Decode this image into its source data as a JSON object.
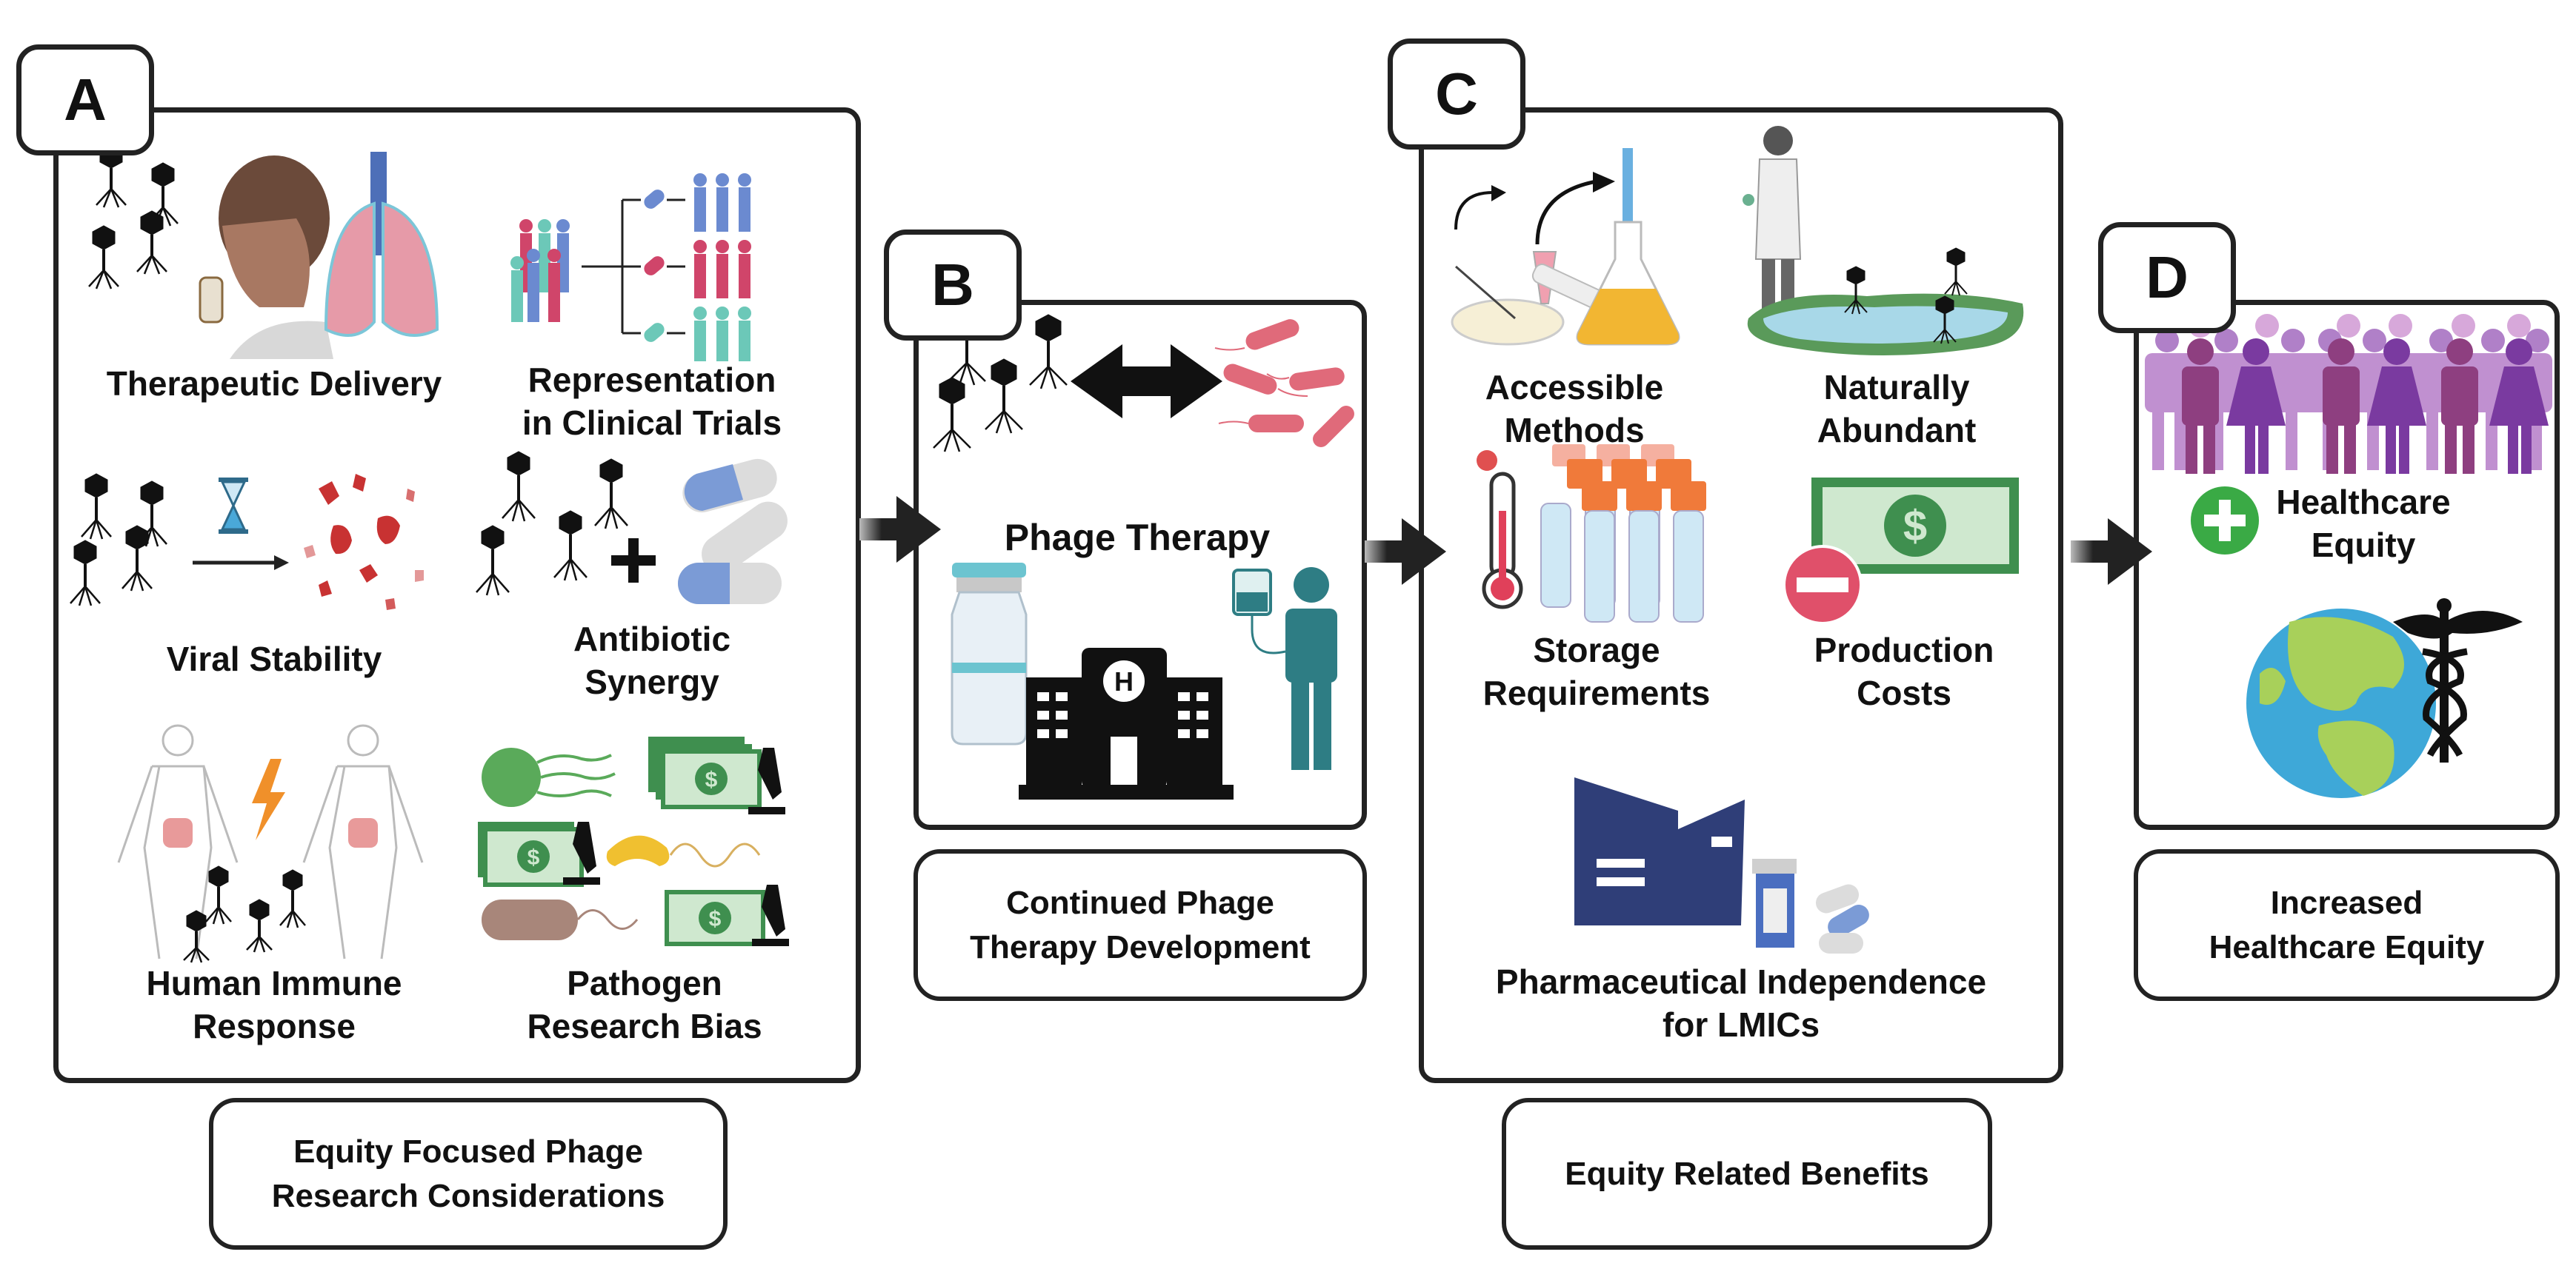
{
  "panels": {
    "A": {
      "tab": "A",
      "items": [
        {
          "label": "Therapeutic Delivery",
          "icon": "inhaler-lungs"
        },
        {
          "label": "Representation\nin Clinical Trials",
          "icon": "diverse-trial-groups"
        },
        {
          "label": "Viral Stability",
          "icon": "phage-hourglass-decay"
        },
        {
          "label": "Antibiotic\nSynergy",
          "icon": "phage-plus-pills"
        },
        {
          "label": "Human Immune\nResponse",
          "icon": "human-bodies-phage"
        },
        {
          "label": "Pathogen\nResearch Bias",
          "icon": "bacteria-money-microscope"
        }
      ],
      "caption": "Equity Focused Phage\nResearch Considerations"
    },
    "B": {
      "tab": "B",
      "center_label": "Phage Therapy",
      "icons": [
        "phage-group",
        "double-arrow",
        "bacteria-group",
        "vial",
        "hospital",
        "iv-drip-patient"
      ],
      "caption": "Continued Phage\nTherapy Development"
    },
    "C": {
      "tab": "C",
      "items": [
        {
          "label": "Accessible\nMethods",
          "icon": "lab-culture-flask"
        },
        {
          "label": "Naturally\nAbundant",
          "icon": "scientist-pond-phage"
        },
        {
          "label": "Storage\nRequirements",
          "icon": "thermometer-tubes"
        },
        {
          "label": "Production\nCosts",
          "icon": "money-minus"
        },
        {
          "label": "Pharmaceutical Independence\nfor LMICs",
          "icon": "factory-pill-bottle"
        }
      ],
      "caption": "Equity Related Benefits"
    },
    "D": {
      "tab": "D",
      "center_label": "Healthcare\nEquity",
      "icons": [
        "crowd",
        "plus-circle",
        "globe",
        "caduceus"
      ],
      "caption": "Increased\nHealthcare Equity"
    }
  },
  "colors": {
    "outline": "#222222",
    "phage": "#111111",
    "pink_bacteria": "#e06a7a",
    "teal": "#2e7d84",
    "money_green": "#3f8f4f",
    "money_light": "#cfe8cf",
    "pill_blue": "#7b9bd6",
    "pill_grey": "#dcdcdc",
    "purple": "#8e4fa3",
    "plus_green": "#3aaa45",
    "globe_blue": "#3ea8d8",
    "globe_green": "#a8d05a",
    "factory_navy": "#2f3e78",
    "orange": "#f07a3a",
    "red": "#d64a4a"
  }
}
